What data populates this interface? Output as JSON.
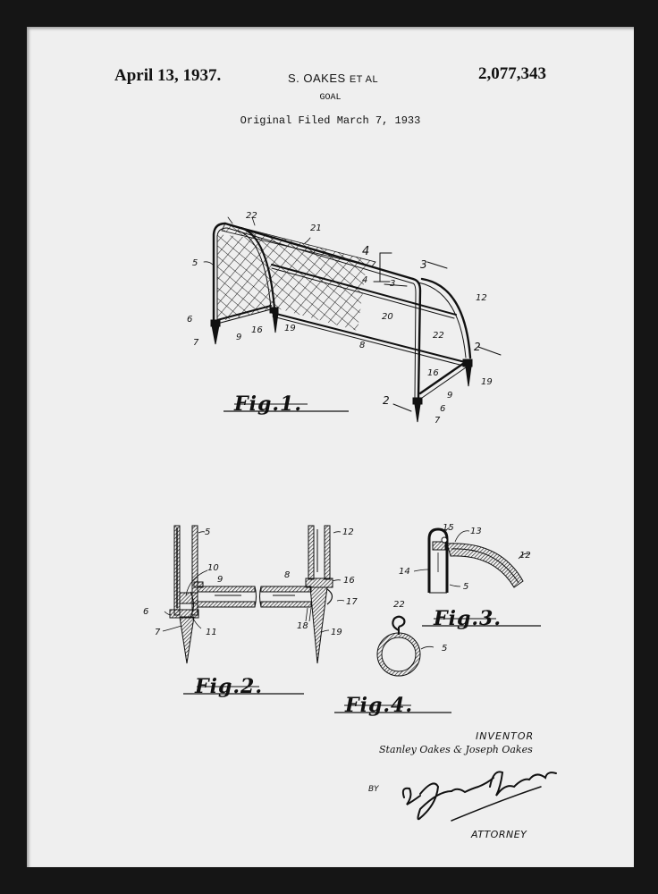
{
  "header": {
    "date": "April 13, 1937.",
    "inventor_main": "S. OAKES",
    "inventor_suffix": "ET AL",
    "patent_number": "2,077,343",
    "title": "GOAL",
    "filed": "Original Filed March 7, 1933"
  },
  "figures": [
    {
      "caption": "Fig.1.",
      "labels": [
        "22",
        "21",
        "5",
        "4",
        "4",
        "3",
        "3",
        "12",
        "20",
        "6",
        "7",
        "9",
        "16",
        "19",
        "8",
        "22",
        "16",
        "2",
        "2",
        "19",
        "9",
        "6",
        "7"
      ]
    },
    {
      "caption": "Fig.2.",
      "labels": [
        "5",
        "10",
        "9",
        "6",
        "7",
        "11",
        "8",
        "12",
        "16",
        "17",
        "18",
        "19"
      ]
    },
    {
      "caption": "Fig.3.",
      "labels": [
        "15",
        "13",
        "12",
        "14",
        "5"
      ]
    },
    {
      "caption": "Fig.4.",
      "labels": [
        "22",
        "5"
      ]
    }
  ],
  "fig1": {
    "caption": "Fig.1.",
    "l22a": "22",
    "l21": "21",
    "l5": "5",
    "l4a": "4",
    "l4b": "4",
    "l3a": "3",
    "l3b": "3",
    "l12": "12",
    "l20": "20",
    "l6a": "6",
    "l7a": "7",
    "l9a": "9",
    "l16a": "16",
    "l19a": "19",
    "l8": "8",
    "l22b": "22",
    "l16b": "16",
    "l2a": "2",
    "l2b": "2",
    "l19b": "19",
    "l9b": "9",
    "l6b": "6",
    "l7b": "7"
  },
  "fig2": {
    "caption": "Fig.2.",
    "l5": "5",
    "l10": "10",
    "l9": "9",
    "l6": "6",
    "l7": "7",
    "l11": "11",
    "l8": "8",
    "l12": "12",
    "l16": "16",
    "l17": "17",
    "l18": "18",
    "l19": "19"
  },
  "fig3": {
    "caption": "Fig.3.",
    "l15": "15",
    "l13": "13",
    "l12": "12",
    "l14": "14",
    "l5": "5"
  },
  "fig4": {
    "caption": "Fig.4.",
    "l22": "22",
    "l5": "5"
  },
  "signature": {
    "inventor_heading": "INVENTOR",
    "inventor_names": "Stanley Oakes & Joseph Oakes",
    "by": "BY",
    "attorney_label": "ATTORNEY"
  },
  "colors": {
    "frame": "#151515",
    "paper": "#efefef",
    "ink": "#111111"
  }
}
